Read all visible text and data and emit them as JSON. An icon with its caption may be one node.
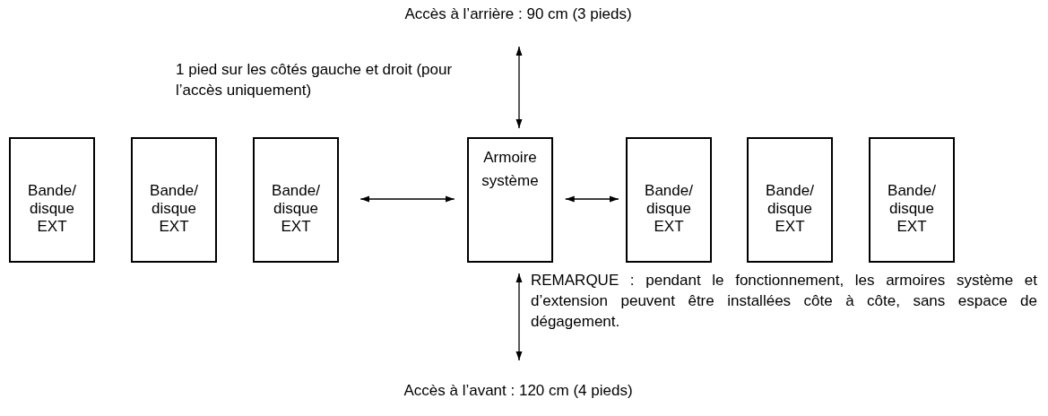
{
  "diagram": {
    "nodes": [
      {
        "text": [
          "Bande/ disque EXT"
        ]
      },
      {
        "text": [
          "Bande/ disque EXT"
        ]
      },
      {
        "text": [
          "Bande/ disque EXT"
        ]
      },
      {
        "text": [
          "Armoire système"
        ]
      },
      {
        "text": [
          "Bande/ disque EXT"
        ]
      },
      {
        "text": [
          "Bande/ disque EXT"
        ]
      },
      {
        "text": [
          "Bande/ disque EXT"
        ]
      }
    ],
    "edges": [
      {
        "from": 2,
        "to": 3,
        "arrow": "both"
      },
      {
        "from": 3,
        "to": 4,
        "arrow": "both"
      },
      {
        "from": null,
        "to": 3,
        "arrow": "both"
      },
      {
        "from": 3,
        "to": null,
        "arrow": "both"
      }
    ],
    "labels": [
      "Accès à l’arrière : 90 cm (3 pieds)",
      "1 pied sur les côtés gauche et droit (pour l’accès uniquement)",
      "REMARQUE : pendant le fonctionnement, les armoires système et d’extension peuvent être installées côte à côte, sans espace de dégagement.",
      "Accès à l’avant : 120 cm (4 pieds)"
    ]
  }
}
